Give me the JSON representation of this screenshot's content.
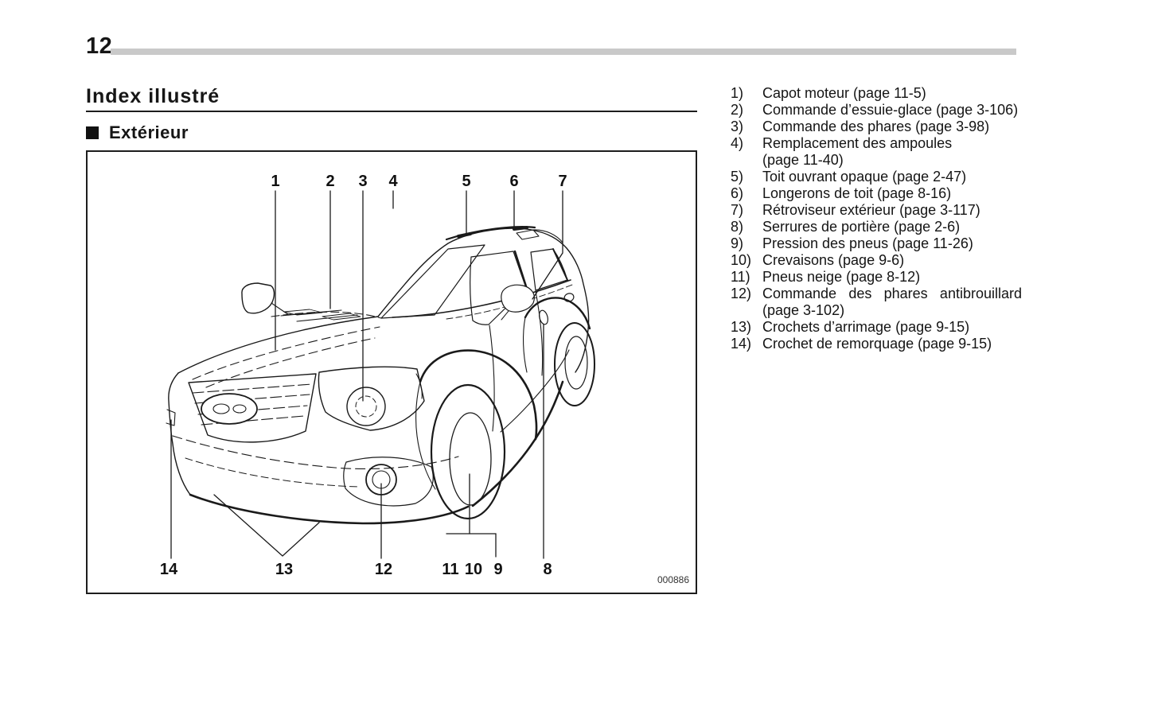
{
  "page": {
    "number": "12"
  },
  "header": {
    "title": "Index illustré"
  },
  "section": {
    "label": "Extérieur"
  },
  "figure": {
    "code": "000886",
    "callouts": [
      "1",
      "2",
      "3",
      "4",
      "5",
      "6",
      "7",
      "14",
      "13",
      "12",
      "11",
      "10",
      "9",
      "8"
    ]
  },
  "legend": {
    "items": [
      {
        "num": "1)",
        "text": "Capot moteur (page 11-5)"
      },
      {
        "num": "2)",
        "text": "Commande d’essuie-glace (page 3-106)"
      },
      {
        "num": "3)",
        "text": "Commande des phares (page 3-98)"
      },
      {
        "num": "4)",
        "text": "Remplacement des ampoules",
        "text2": "(page 11-40)"
      },
      {
        "num": "5)",
        "text": "Toit ouvrant opaque (page 2-47)"
      },
      {
        "num": "6)",
        "text": "Longerons de toit (page 8-16)"
      },
      {
        "num": "7)",
        "text": "Rétroviseur extérieur (page 3-117)"
      },
      {
        "num": "8)",
        "text": "Serrures de portière (page 2-6)"
      },
      {
        "num": "9)",
        "text": "Pression des pneus (page 11-26)"
      },
      {
        "num": "10)",
        "text": "Crevaisons (page 9-6)"
      },
      {
        "num": "11)",
        "text": "Pneus neige (page 8-12)"
      },
      {
        "num": "12)",
        "text": "Commande des phares antibrouillard",
        "text2": "(page 3-102)"
      },
      {
        "num": "13)",
        "text": "Crochets d’arrimage (page 9-15)"
      },
      {
        "num": "14)",
        "text": "Crochet de remorquage (page 9-15)"
      }
    ]
  }
}
